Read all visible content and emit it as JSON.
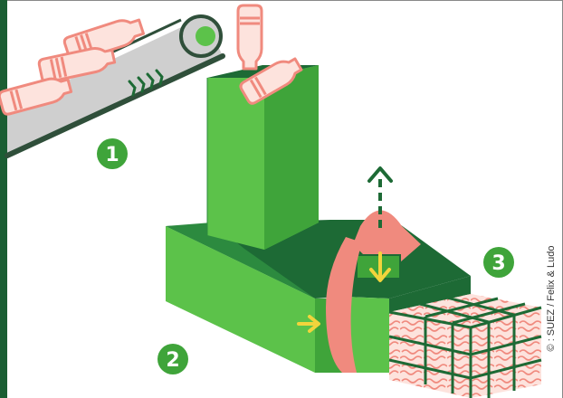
{
  "steps": [
    {
      "number": "1"
    },
    {
      "number": "2"
    },
    {
      "number": "3"
    }
  ],
  "credit": "© : SUEZ / Felix & Ludo",
  "colors": {
    "side_bar": "#1b5e33",
    "green_light": "#5cc24a",
    "green_mid": "#3fa43a",
    "green_dark": "#1d6a35",
    "conveyor": "#cfcfcf",
    "conveyor_dark": "#2f4f3a",
    "pink": "#f08a7e",
    "pink_light": "#fde3dd",
    "yellow": "#f2d43c"
  },
  "icons": [
    "conveyor-belt",
    "plastic-bottle",
    "compactor-press",
    "up-arrow-icon",
    "down-arrow-icon",
    "right-arrow-icon",
    "bale"
  ]
}
